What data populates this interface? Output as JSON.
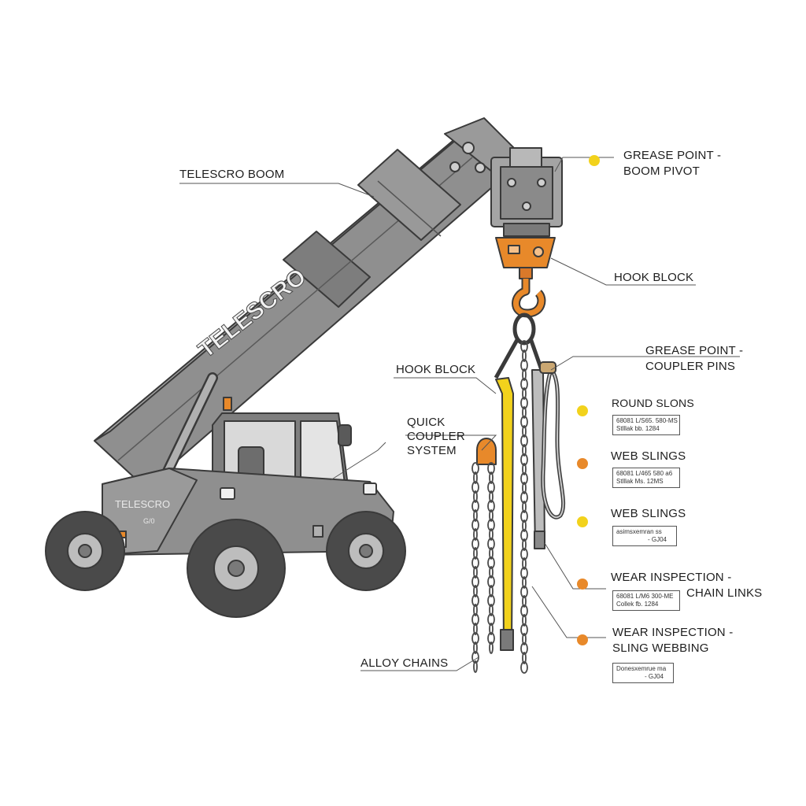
{
  "labels": {
    "telescro_boom": "TELESCRO BOOM",
    "grease_boom_1": "GREASE POINT -",
    "grease_boom_2": "BOOM PIVOT",
    "hook_block_right": "HOOK BLOCK",
    "hook_block_left": "HOOK BLOCK",
    "grease_coupler_1": "GREASE POINT -",
    "grease_coupler_2": "COUPLER PINS",
    "quick_1": "QUICK",
    "quick_2": "COUPLER",
    "quick_3": "SYSTEM",
    "round_slons": "ROUND SLONS",
    "web_slings_1": "WEB SLINGS",
    "web_slings_2": "WEB SLINGS",
    "wear_chain_1": "WEAR INSPECTION -",
    "wear_chain_2": "CHAIN LINKS",
    "wear_sling_1": "WEAR INSPECTION -",
    "wear_sling_2": "SLING WEBBING",
    "alloy_chains": "ALLOY CHAINS"
  },
  "boom_text": "TELESCRO",
  "chassis_text": "TELESCRO",
  "chassis_code": "G/0",
  "spec_boxes": [
    {
      "line1": "68081 L/S65. 580-MS",
      "line2": "Stlllak bb. 1284"
    },
    {
      "line1": "68081 L/465 580 a6",
      "line2": "Stlllak Ms. 12MS"
    },
    {
      "line1": "asimsxemran ss",
      "line2": "- GJ04"
    },
    {
      "line1": "68081 L/M6 300-ME",
      "line2": "Collek fb. 1284"
    },
    {
      "line1": "Donesxemrue ma",
      "line2": "- GJ04"
    }
  ],
  "colors": {
    "yellow_dot": "#f2d21c",
    "orange_dot": "#e8892a",
    "machine_gray": "#8f8f8f",
    "hook_orange": "#e8892a",
    "sling_yellow": "#f2d21c"
  }
}
